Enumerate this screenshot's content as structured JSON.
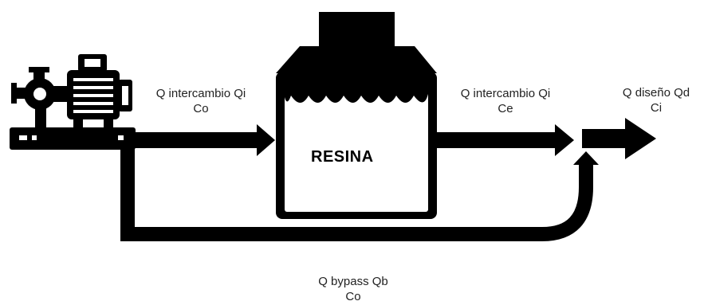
{
  "labels": {
    "inlet_flow": "Q intercambio Qi",
    "inlet_conc": "Co",
    "outlet_flow": "Q intercambio Qi",
    "outlet_conc": "Ce",
    "design_flow": "Q diseño Qd",
    "design_conc": "Ci",
    "bypass_flow": "Q bypass Qb",
    "bypass_conc": "Co",
    "tank": "RESINA"
  },
  "colors": {
    "stroke": "#000000",
    "text": "#222222",
    "background": "#ffffff"
  },
  "icons": [
    "pump-motor-icon",
    "resin-tank-icon",
    "arrow-icon"
  ]
}
